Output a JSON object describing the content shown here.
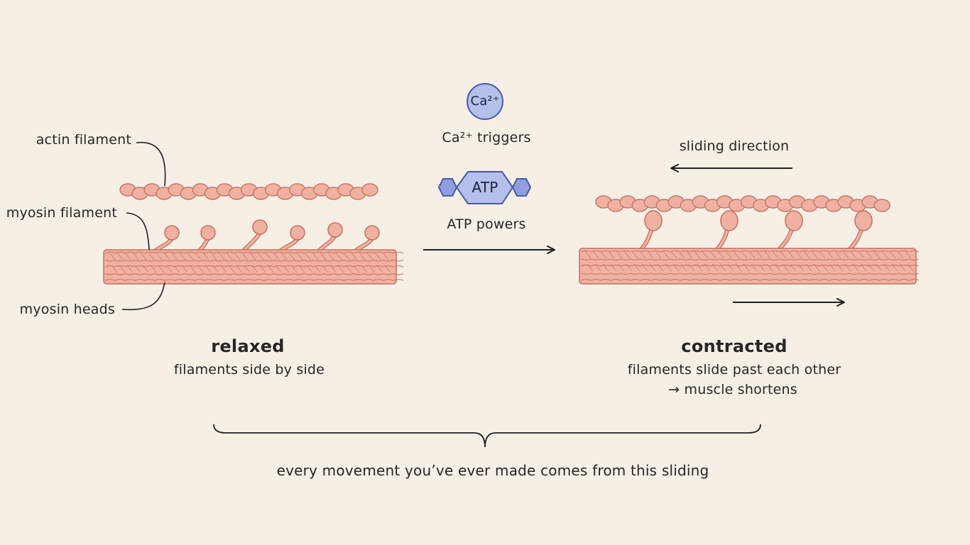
{
  "labels": {
    "actin": "actin filament",
    "myosin": "myosin filament",
    "heads": "myosin heads"
  },
  "triggers": {
    "calcium_symbol": "Ca²⁺",
    "calcium_caption": "Ca²⁺ triggers",
    "atp_symbol": "ATP",
    "atp_caption": "ATP powers"
  },
  "relaxed": {
    "title": "relaxed",
    "caption": "filaments side by side"
  },
  "contracted": {
    "title": "contracted",
    "caption_line1": "filaments slide past each other",
    "caption_line2": "→ muscle shortens",
    "direction_label": "sliding direction"
  },
  "footer": "every movement you’ve ever made comes from this sliding",
  "colors": {
    "background": "#f6efe6",
    "filament_fill": "#f1b1a0",
    "filament_stroke": "#c5705e",
    "molecule_fill": "#a8b4e6",
    "molecule_stroke": "#4a5aa8",
    "ink": "#1f1f1f"
  }
}
